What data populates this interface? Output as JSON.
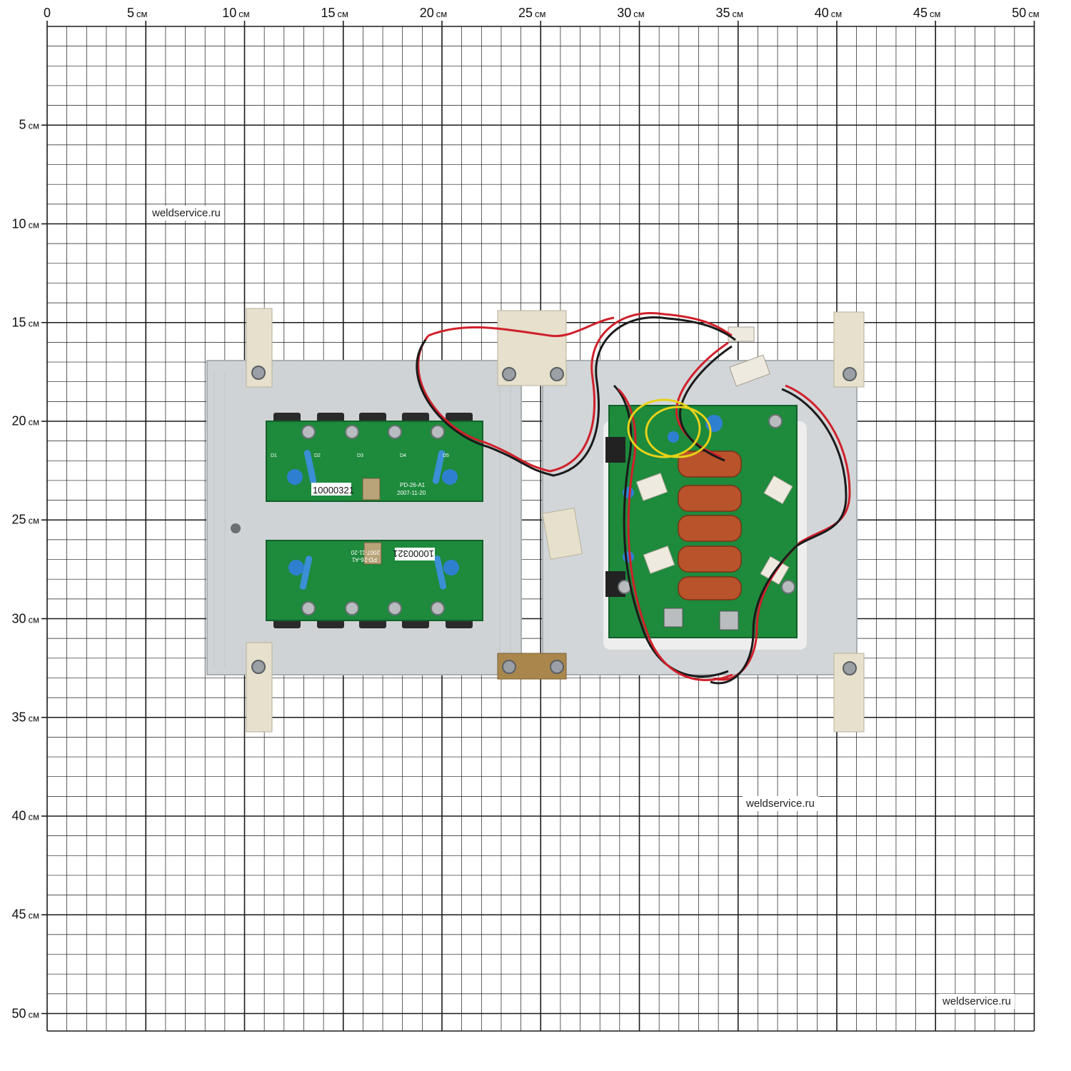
{
  "scale": {
    "unit": "см",
    "x_ticks": [
      "0",
      "5",
      "10",
      "15",
      "20",
      "25",
      "30",
      "35",
      "40",
      "45",
      "50"
    ],
    "y_ticks": [
      "5",
      "10",
      "15",
      "20",
      "25",
      "30",
      "35",
      "40",
      "45",
      "50"
    ]
  },
  "watermarks": {
    "top_left": "weldservice.ru",
    "middle_right": "weldservice.ru",
    "bottom_right": "weldservice.ru"
  },
  "board_upper": {
    "serial": "10000321",
    "model": "PD-26-A1",
    "date": "2007-11-20",
    "diode_labels": [
      "D1",
      "D2",
      "D3",
      "D4",
      "D5"
    ]
  },
  "board_lower": {
    "serial": "10000321",
    "model": "PD-26-A1",
    "date": "2007-11-20"
  },
  "colors": {
    "pcb_green": "#1d8a3c",
    "heatsink": "#cfd3d6",
    "wire_red": "#d0202a",
    "wire_black": "#1a1a1a",
    "wire_yellow": "#e8d21a",
    "capacitor_blue": "#2f7fd0",
    "film_capacitor": "#b8532b",
    "bracket": "#e6e0cc"
  }
}
